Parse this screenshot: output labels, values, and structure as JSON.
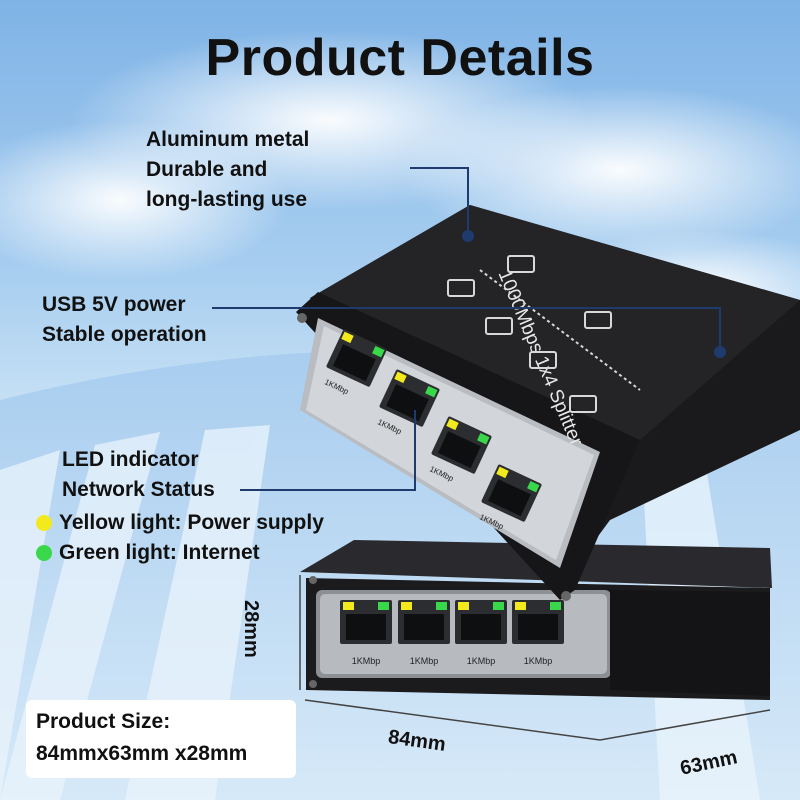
{
  "title": "Product Details",
  "callouts": {
    "aluminum": [
      "Aluminum metal",
      "Durable and",
      "long-lasting use"
    ],
    "usb": [
      "USB 5V power",
      "Stable operation"
    ],
    "led": [
      "LED indicator",
      "Network Status"
    ]
  },
  "legend": [
    {
      "text": "Yellow light: Power supply",
      "color": "#f2ea1d"
    },
    {
      "text": "Green light: Internet",
      "color": "#39d84a"
    }
  ],
  "device": {
    "top_text": "1000Mbps 1x4 Splitter",
    "port_label": "1KMbp"
  },
  "size": {
    "heading": "Product Size:",
    "value": "84mmx63mm x28mm"
  },
  "dimensions": {
    "height": "28mm",
    "length": "84mm",
    "width": "63mm"
  },
  "colors": {
    "device_body": "#1b1b1d",
    "leader_line": "#1f3b6e",
    "led_yellow": "#f2ea1d",
    "led_green": "#39d84a"
  }
}
